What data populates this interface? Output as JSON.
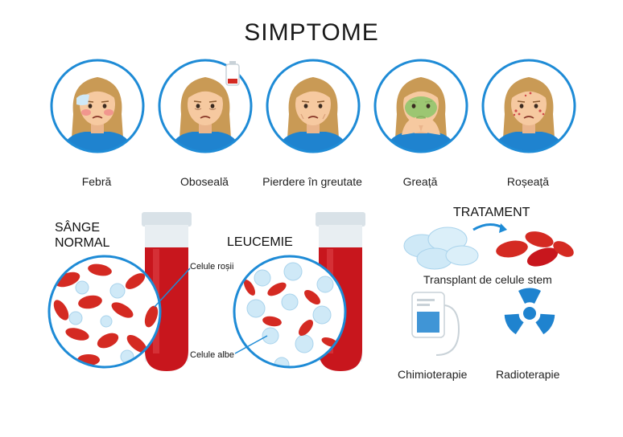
{
  "title": "SIMPTOME",
  "symptoms": [
    {
      "label": "Febră"
    },
    {
      "label": "Oboseală"
    },
    {
      "label": "Pierdere în greutate"
    },
    {
      "label": "Greață"
    },
    {
      "label": "Roșeață"
    }
  ],
  "blood": {
    "normal_label_line1": "SÂNGE",
    "normal_label_line2": "NORMAL",
    "leukemia_label": "LEUCEMIE",
    "red_cells_label": "Celule roșii",
    "white_cells_label": "Celule albe"
  },
  "treatment": {
    "heading": "TRATAMENT",
    "stem_cell_label": "Transplant de celule stem",
    "chemo_label": "Chimioterapie",
    "radio_label": "Radioterapie"
  },
  "colors": {
    "ring": "#1e8bd6",
    "shirt": "#1f83cf",
    "hair": "#c99a55",
    "skin": "#f6c9a0",
    "blood": "#c8161d",
    "blood_cell": "#d42a22",
    "white_cell": "#cfe9f7",
    "tube": "#e8eef2"
  }
}
